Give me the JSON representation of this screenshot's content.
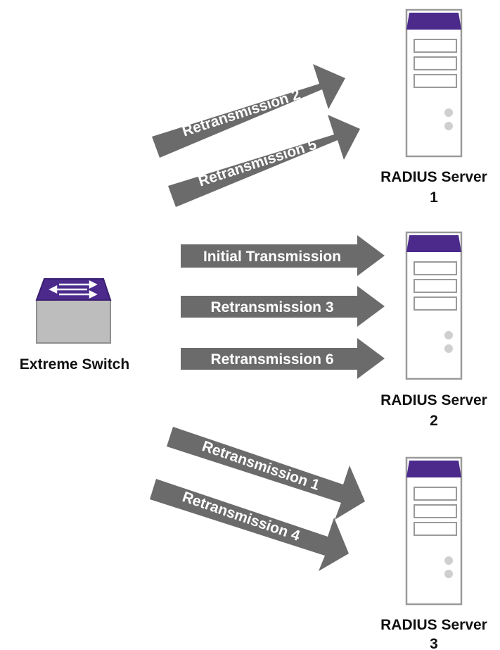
{
  "colors": {
    "arrow_fill": "#6b6b6b",
    "arrow_text": "#ffffff",
    "accent_purple": "#4b2a8c",
    "server_body": "#ffffff",
    "server_outline": "#9a9a9a",
    "switch_body": "#bdbdbd",
    "caption_text": "#111111"
  },
  "switch": {
    "label": "Extreme Switch",
    "icon": "network-switch-icon"
  },
  "servers": [
    {
      "line1": "RADIUS Server",
      "line2": "1",
      "icon": "server-tower-icon"
    },
    {
      "line1": "RADIUS Server",
      "line2": "2",
      "icon": "server-tower-icon"
    },
    {
      "line1": "RADIUS Server",
      "line2": "3",
      "icon": "server-tower-icon"
    }
  ],
  "arrows": [
    {
      "label": "Retransmission 2",
      "target_server": "1"
    },
    {
      "label": "Retransmission 5",
      "target_server": "1"
    },
    {
      "label": "Initial Transmission",
      "target_server": "2"
    },
    {
      "label": "Retransmission 3",
      "target_server": "2"
    },
    {
      "label": "Retransmission 6",
      "target_server": "2"
    },
    {
      "label": "Retransmission 1",
      "target_server": "3"
    },
    {
      "label": "Retransmission 4",
      "target_server": "3"
    }
  ]
}
